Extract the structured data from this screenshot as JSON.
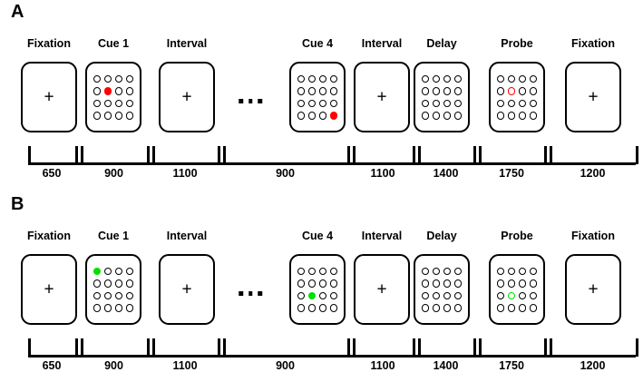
{
  "figure": {
    "type": "experimental-paradigm-timeline",
    "colors": {
      "cue_red": "#FF0000",
      "cue_green": "#00E000",
      "outline": "#000000",
      "background": "#FFFFFF"
    },
    "grid": {
      "rows": 4,
      "cols": 4
    },
    "fixation_symbol": "+",
    "ellipsis_symbol": "···"
  },
  "panels": [
    {
      "letter": "A",
      "cue_color": "#FF0000",
      "stages": [
        {
          "label": "Fixation",
          "duration": "650",
          "type": "fixation"
        },
        {
          "label": "Cue 1",
          "duration": "900",
          "type": "cue",
          "cue_row": 2,
          "cue_col": 2,
          "cue_style": "filled"
        },
        {
          "label": "Interval",
          "duration": "1100",
          "type": "fixation"
        },
        {
          "label": "Cue 4",
          "duration": "900",
          "type": "cue",
          "cue_row": 4,
          "cue_col": 4,
          "cue_style": "filled"
        },
        {
          "label": "Interval",
          "duration": "1100",
          "type": "fixation"
        },
        {
          "label": "Delay",
          "duration": "1400",
          "type": "grid"
        },
        {
          "label": "Probe",
          "duration": "1750",
          "type": "cue",
          "cue_row": 2,
          "cue_col": 2,
          "cue_style": "outline"
        },
        {
          "label": "Fixation",
          "duration": "1200",
          "type": "fixation"
        }
      ]
    },
    {
      "letter": "B",
      "cue_color": "#00E000",
      "stages": [
        {
          "label": "Fixation",
          "duration": "650",
          "type": "fixation"
        },
        {
          "label": "Cue 1",
          "duration": "900",
          "type": "cue",
          "cue_row": 1,
          "cue_col": 1,
          "cue_style": "filled"
        },
        {
          "label": "Interval",
          "duration": "1100",
          "type": "fixation"
        },
        {
          "label": "Cue 4",
          "duration": "900",
          "type": "cue",
          "cue_row": 3,
          "cue_col": 2,
          "cue_style": "filled"
        },
        {
          "label": "Interval",
          "duration": "1100",
          "type": "fixation"
        },
        {
          "label": "Delay",
          "duration": "1400",
          "type": "grid"
        },
        {
          "label": "Probe",
          "duration": "1750",
          "type": "cue",
          "cue_row": 3,
          "cue_col": 2,
          "cue_style": "outline"
        },
        {
          "label": "Fixation",
          "duration": "1200",
          "type": "fixation"
        }
      ]
    }
  ]
}
